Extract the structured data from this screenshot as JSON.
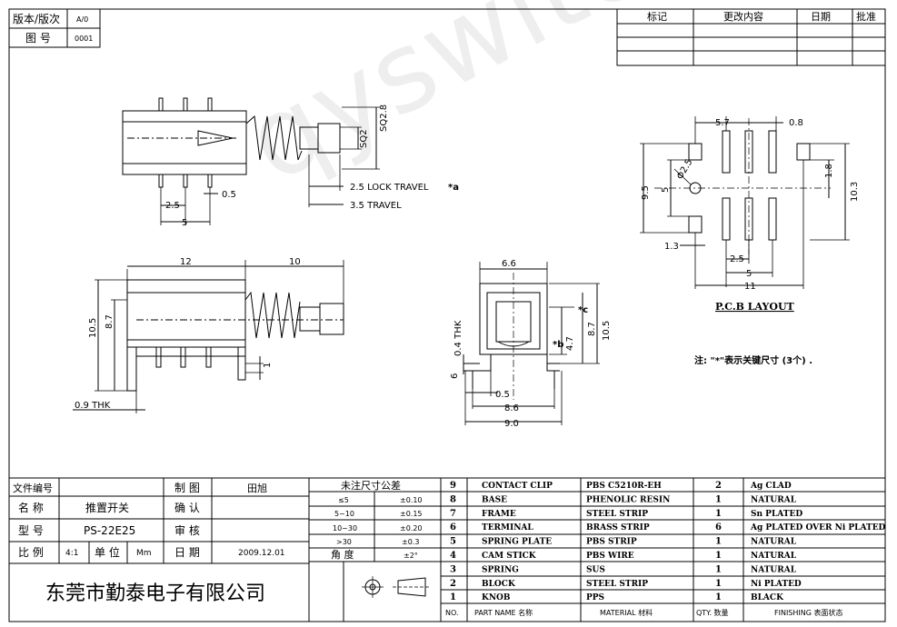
{
  "topleft": {
    "version_label": "版本/版次",
    "version_value": "A/0",
    "drawing_no_label": "图 号",
    "drawing_no_value": "0001"
  },
  "revision_header": [
    "标记",
    "更改内容",
    "日期",
    "批准"
  ],
  "dims": {
    "sq28": "SQ2.8",
    "sq2": "SQ2",
    "lock_travel": "2.5 LOCK TRAVEL",
    "lock_mark": "*a",
    "travel": "3.5 TRAVEL",
    "d25a": "2.5",
    "d05a": "0.5",
    "d5a": "5",
    "d12": "12",
    "d10": "10",
    "d105a": "10.5",
    "d87a": "8.7",
    "d1": "1",
    "thk09": "0.9 THK",
    "d66": "6.6",
    "thk04": "0.4 THK",
    "d6": "6",
    "d05b": "0.5",
    "d86": "8.6",
    "d90": "9.0",
    "d47": "4.7",
    "d87b": "8.7",
    "d105b": "10.5",
    "mark_b": "*b",
    "mark_c": "*c",
    "d57": "5.7",
    "d08": "0.8",
    "phi": "Φ2.5",
    "d95": "9.5",
    "d5b": "5",
    "d18": "1.8",
    "d103": "10.3",
    "d13": "1.3",
    "d25b": "2.5",
    "d5c": "5",
    "d11": "11"
  },
  "pcb_title": "P.C.B LAYOUT",
  "note": "注: \"*\"表示关键尺寸 (3个) .",
  "watermark": "qyswitch.com",
  "info_block": {
    "file_no_label": "文件编号",
    "file_no_value": "",
    "name_label": "名 称",
    "name_value": "推置开关",
    "model_label": "型 号",
    "model_value": "PS-22E25",
    "scale_label": "比 例",
    "scale_value": "4:1",
    "unit_label": "单 位",
    "unit_value": "Mm",
    "draw_label": "制 图",
    "draw_value": "田旭",
    "confirm_label": "确 认",
    "confirm_value": "",
    "check_label": "审 核",
    "check_value": "",
    "date_label": "日 期",
    "date_value": "2009.12.01",
    "company": "东莞市勤泰电子有限公司"
  },
  "tolerance": {
    "title": "未注尺寸公差",
    "rows": [
      [
        "≤5",
        "±0.10"
      ],
      [
        "5~10",
        "±0.15"
      ],
      [
        "10~30",
        "±0.20"
      ],
      [
        ">30",
        "±0.3"
      ]
    ],
    "angle_label": "角 度",
    "angle_value": "±2°"
  },
  "bom": {
    "rows": [
      [
        "9",
        "CONTACT CLIP",
        "PBS C5210R-EH",
        "2",
        "Ag CLAD"
      ],
      [
        "8",
        "BASE",
        "PHENOLIC RESIN",
        "1",
        "NATURAL"
      ],
      [
        "7",
        "FRAME",
        "STEEL STRIP",
        "1",
        "Sn PLATED"
      ],
      [
        "6",
        "TERMINAL",
        "BRASS STRIP",
        "6",
        "Ag PLATED OVER Ni PLATED"
      ],
      [
        "5",
        "SPRING PLATE",
        "PBS STRIP",
        "1",
        "NATURAL"
      ],
      [
        "4",
        "CAM STICK",
        "PBS WIRE",
        "1",
        "NATURAL"
      ],
      [
        "3",
        "SPRING",
        "SUS",
        "1",
        "NATURAL"
      ],
      [
        "2",
        "BLOCK",
        "STEEL STRIP",
        "1",
        "Ni PLATED"
      ],
      [
        "1",
        "KNOB",
        "PPS",
        "1",
        "BLACK"
      ]
    ],
    "header": [
      "NO.",
      "PART NAME 名称",
      "MATERIAL 材料",
      "QTY. 数量",
      "FINISHING 表面状态"
    ]
  }
}
